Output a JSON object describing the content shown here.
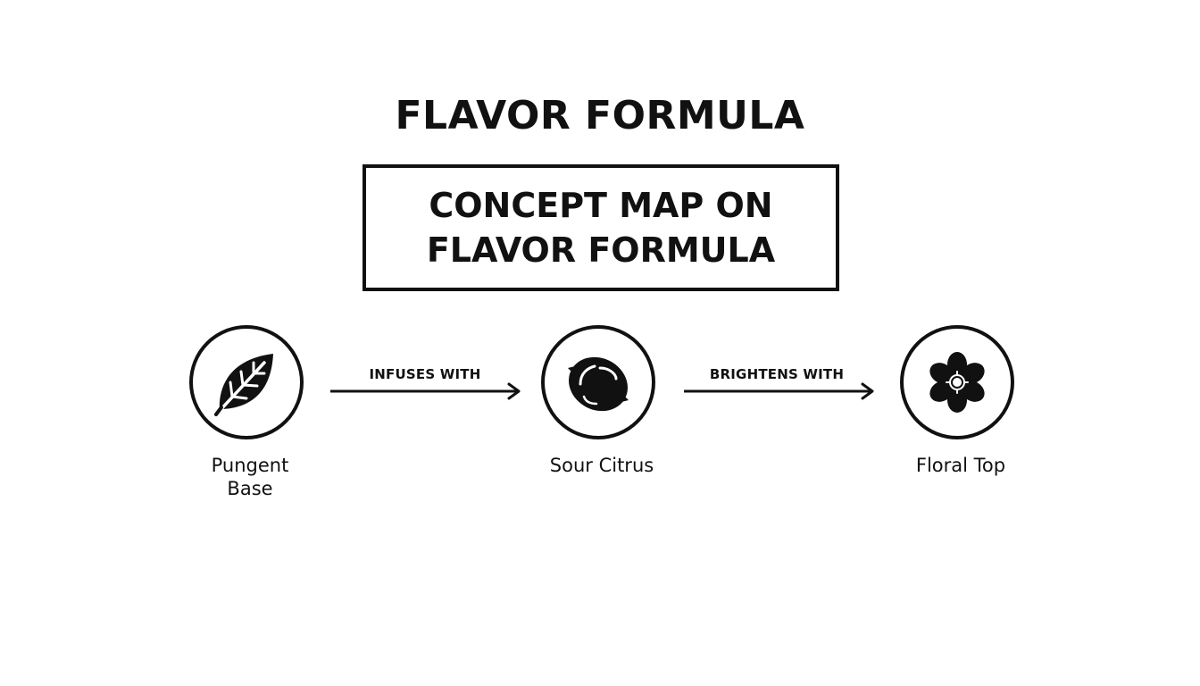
{
  "title": "FLAVOR FORMULA",
  "concept_box": {
    "label": "CONCEPT MAP ON\nFLAVOR FORMULA"
  },
  "nodes": [
    {
      "id": "pungent-base",
      "label": "Pungent\nBase",
      "icon": "leaf-icon"
    },
    {
      "id": "sour-citrus",
      "label": "Sour Citrus",
      "icon": "lemon-icon"
    },
    {
      "id": "floral-top",
      "label": "Floral Top",
      "icon": "flower-icon"
    }
  ],
  "edges": [
    {
      "from": "pungent-base",
      "to": "sour-citrus",
      "label": "INFUSES WITH"
    },
    {
      "from": "sour-citrus",
      "to": "floral-top",
      "label": "BRIGHTENS WITH"
    }
  ],
  "colors": {
    "ink": "#111111",
    "background": "#ffffff"
  }
}
